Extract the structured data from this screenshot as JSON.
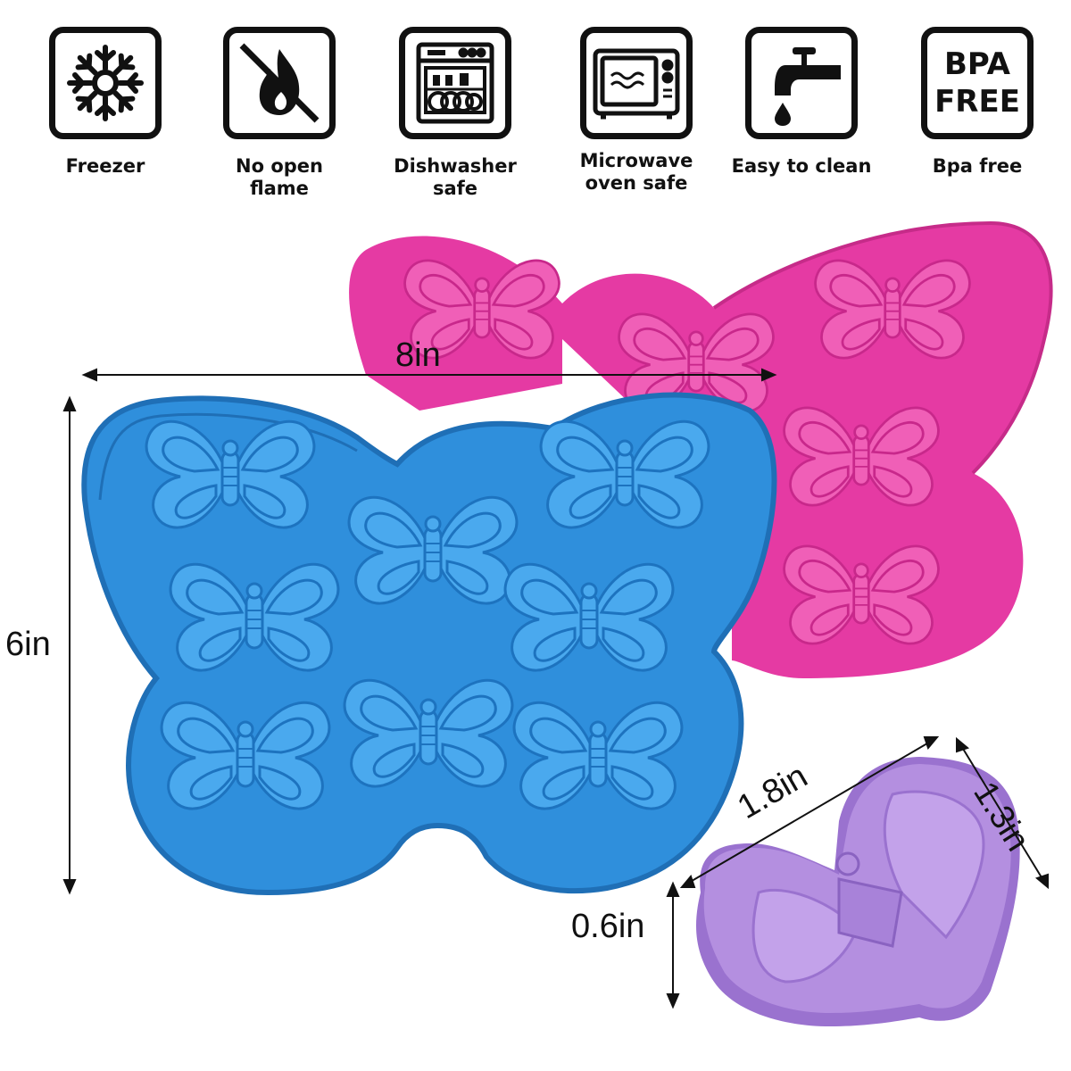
{
  "features": [
    {
      "label": "Freezer",
      "icon": "snowflake-icon"
    },
    {
      "label": "No open flame",
      "icon": "no-flame-icon"
    },
    {
      "label": "Dishwasher safe",
      "icon": "dishwasher-icon"
    },
    {
      "label": "Microwave\noven safe",
      "icon": "microwave-icon"
    },
    {
      "label": "Easy to clean",
      "icon": "faucet-icon"
    },
    {
      "label": "Bpa free",
      "icon": "bpa-free-icon",
      "icon_text_1": "BPA",
      "icon_text_2": "FREE"
    }
  ],
  "dimensions": {
    "width": "8in",
    "height": "6in",
    "cavity_length": "1.8in",
    "cavity_width": "1.3in",
    "cavity_depth": "0.6in"
  },
  "colors": {
    "pink_mold": "#e53aa3",
    "blue_mold": "#2f8fdc",
    "purple_piece": "#b48fe0"
  }
}
